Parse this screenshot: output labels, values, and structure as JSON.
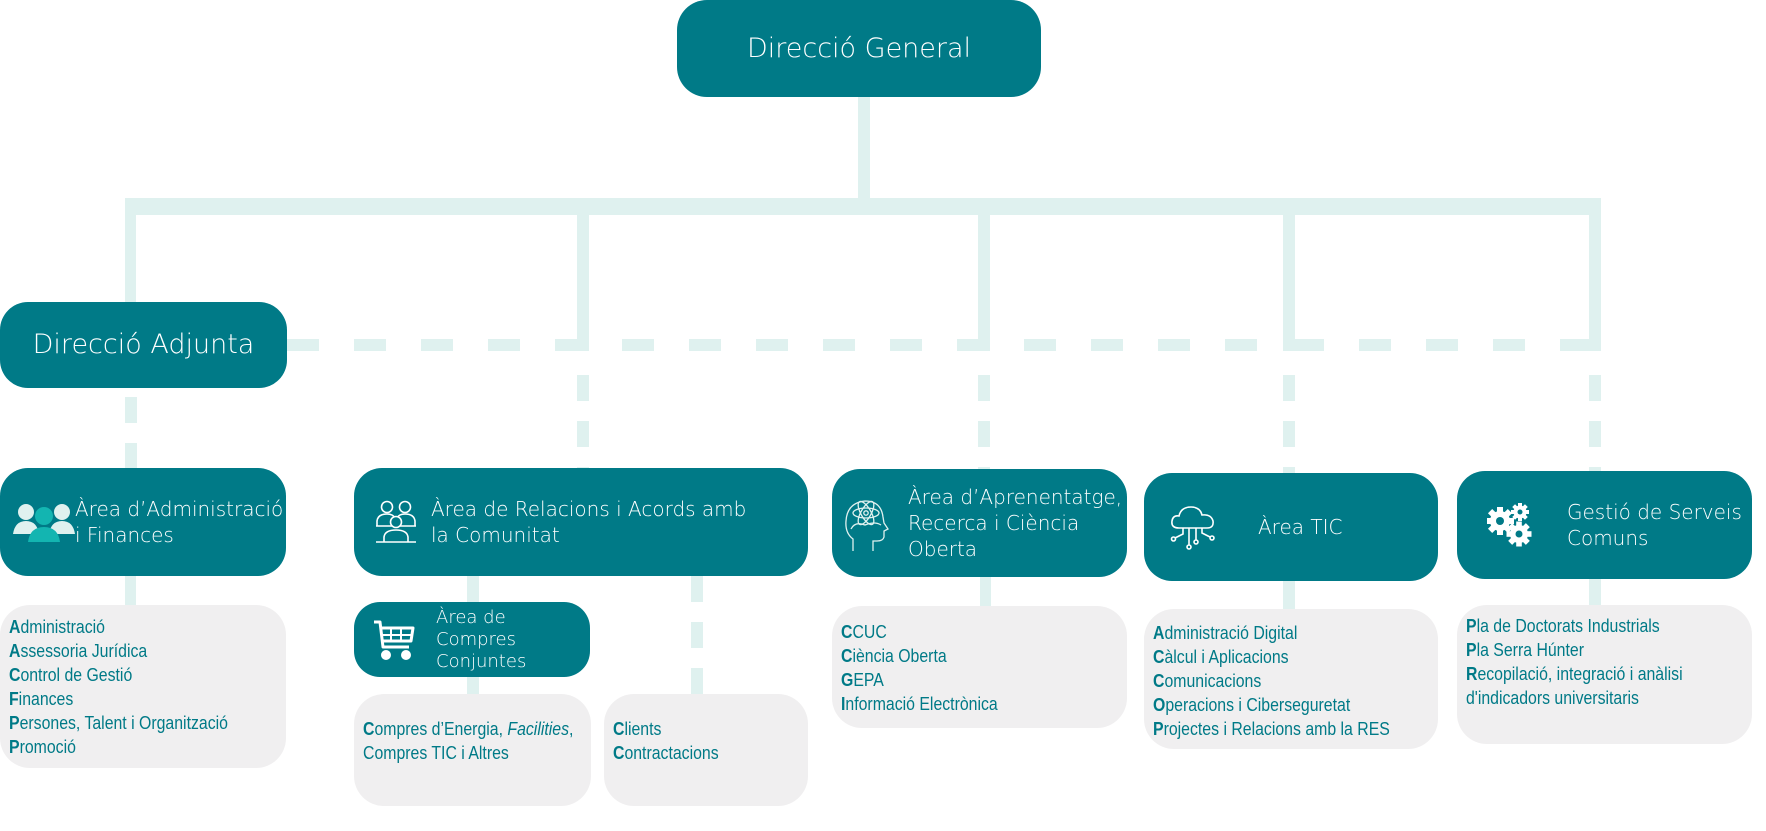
{
  "colors": {
    "box": "#007a87",
    "connector": "#dff1ef",
    "list_bg": "#f0eff0",
    "list_text": "#007a87",
    "icon_accent": "#13b5b1"
  },
  "top": {
    "label": "Direcció General"
  },
  "deputy": {
    "label": "Direcció Adjunta"
  },
  "areas": [
    {
      "id": "admin",
      "label_line1": "Àrea d’Administració",
      "label_line2": "i Finances",
      "icon": "people-group-icon",
      "items": [
        {
          "initial": "A",
          "rest": "dministració"
        },
        {
          "initial": "A",
          "rest": "ssessoria Jurídica"
        },
        {
          "initial": "C",
          "rest": "ontrol de Gestió"
        },
        {
          "initial": "F",
          "rest": "inances"
        },
        {
          "initial": "P",
          "rest": "ersones, Talent i Organització"
        },
        {
          "initial": "P",
          "rest": "romoció"
        }
      ]
    },
    {
      "id": "relacions",
      "label_line1": "Àrea de Relacions i Acords amb",
      "label_line2": "la Comunitat",
      "icon": "community-icon",
      "sub": {
        "label_line1": "Àrea de Compres",
        "label_line2": "Conjuntes",
        "icon": "shopping-cart-icon",
        "items_line1_initial": "C",
        "items_line1_rest": "ompres d’Energia, ",
        "items_line1_italic": "Facilities",
        "items_line1_end": ",",
        "items_line2": "Compres TIC i Altres"
      },
      "items": [
        {
          "initial": "C",
          "rest": "lients"
        },
        {
          "initial": "C",
          "rest": "ontractacions"
        }
      ]
    },
    {
      "id": "aprenentatge",
      "label_line1": "Àrea d’Aprenentatge,",
      "label_line2": "Recerca i Ciència",
      "label_line3": "Oberta",
      "icon": "head-atom-icon",
      "items": [
        {
          "initial": "C",
          "rest": "CUC"
        },
        {
          "initial": "C",
          "rest": "iència Oberta"
        },
        {
          "initial": "G",
          "rest": "EPA"
        },
        {
          "initial": "I",
          "rest": "nformació Electrònica"
        }
      ]
    },
    {
      "id": "tic",
      "label_line1": "Àrea TIC",
      "icon": "cloud-network-icon",
      "items": [
        {
          "initial": "A",
          "rest": "dministració Digital"
        },
        {
          "initial": "C",
          "rest": "àlcul i Aplicacions"
        },
        {
          "initial": "C",
          "rest": "omunicacions"
        },
        {
          "initial": "O",
          "rest": "peracions i Ciberseguretat"
        },
        {
          "initial": "P",
          "rest": "rojectes i Relacions amb la RES"
        }
      ]
    },
    {
      "id": "serveis",
      "label_line1": "Gestió de Serveis",
      "label_line2": "Comuns",
      "icon": "gears-icon",
      "items": [
        {
          "initial": "P",
          "rest": "la de Doctorats Industrials"
        },
        {
          "initial": "P",
          "rest": "la Serra Húnter"
        },
        {
          "initial": "R",
          "rest": "ecopilació, integració i anàlisi"
        },
        {
          "initial": "",
          "rest": "d'indicadors universitaris"
        }
      ]
    }
  ]
}
